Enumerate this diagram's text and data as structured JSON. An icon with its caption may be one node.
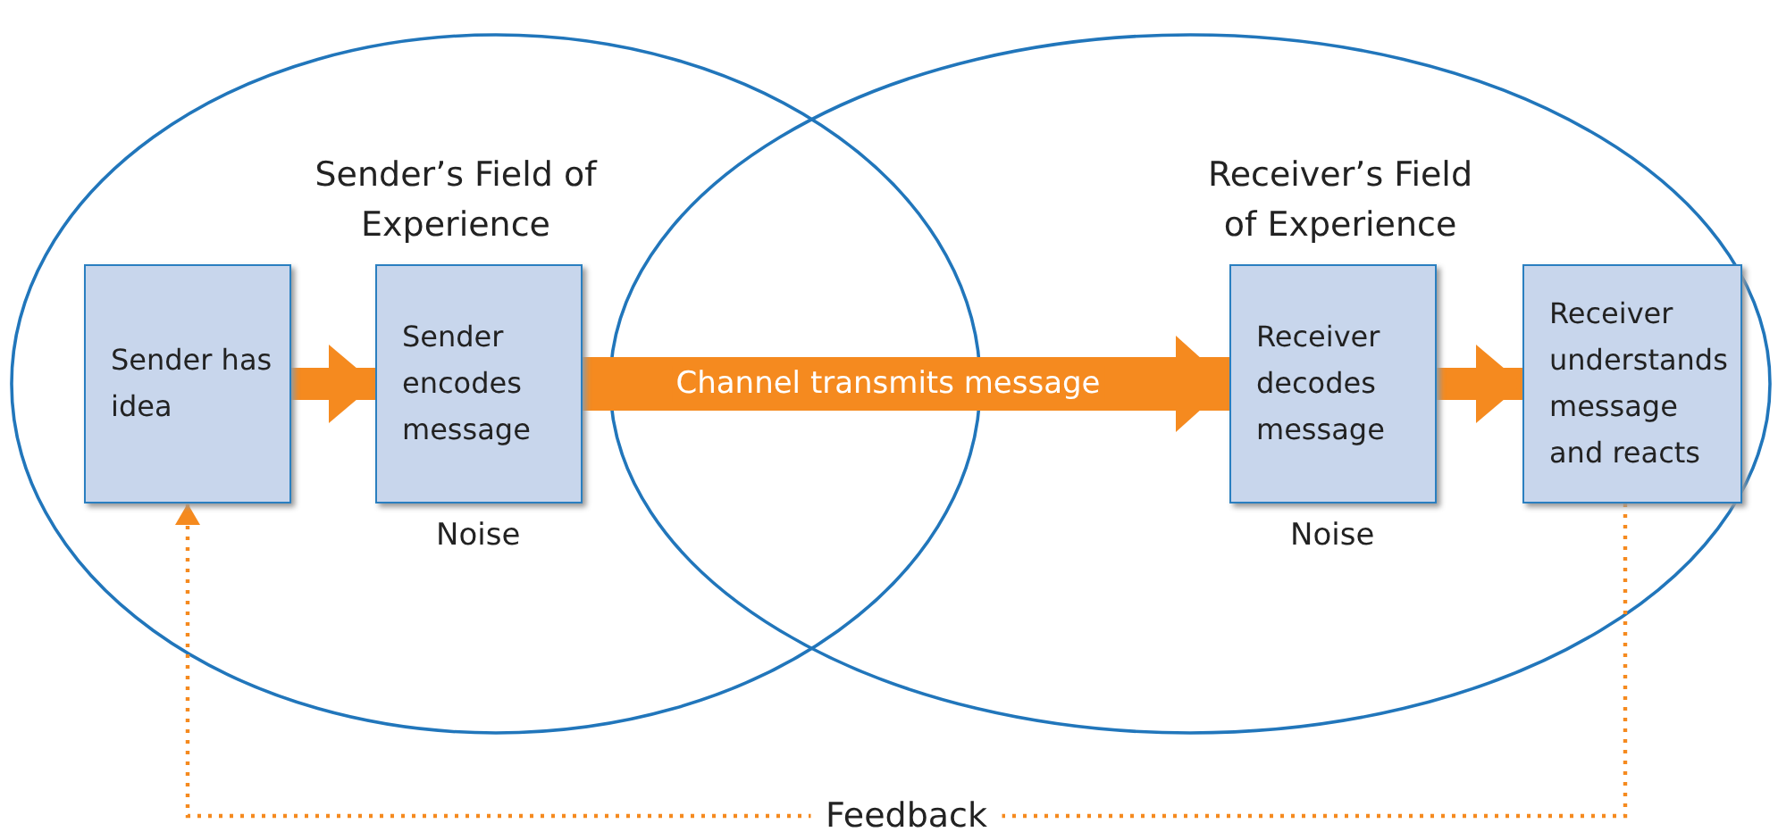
{
  "diagram": {
    "nodes": [
      {
        "text": [
          "Sender’s Field of Experience"
        ]
      },
      {
        "text": [
          "Sender has idea"
        ],
        "in": 0
      },
      {
        "text": [
          "Sender encodes message"
        ],
        "in": 0,
        "beside": [
          "Noise"
        ]
      },
      {
        "text": [
          "Receiver’s Field of Experience"
        ]
      },
      {
        "text": [
          "Receiver decodes message"
        ],
        "in": 3,
        "beside": [
          "Noise"
        ]
      },
      {
        "text": [
          "Receiver understands message and reacts"
        ],
        "in": 3
      }
    ],
    "edges": [
      {
        "from": 1,
        "to": 2,
        "arrow": "to"
      },
      {
        "from": 2,
        "to": 4,
        "arrow": "to",
        "label": "Channel transmits message"
      },
      {
        "from": 4,
        "to": 5,
        "arrow": "to"
      },
      {
        "from": 5,
        "to": 1,
        "arrow": "to",
        "style": "dashed",
        "label": "Feedback"
      }
    ]
  }
}
